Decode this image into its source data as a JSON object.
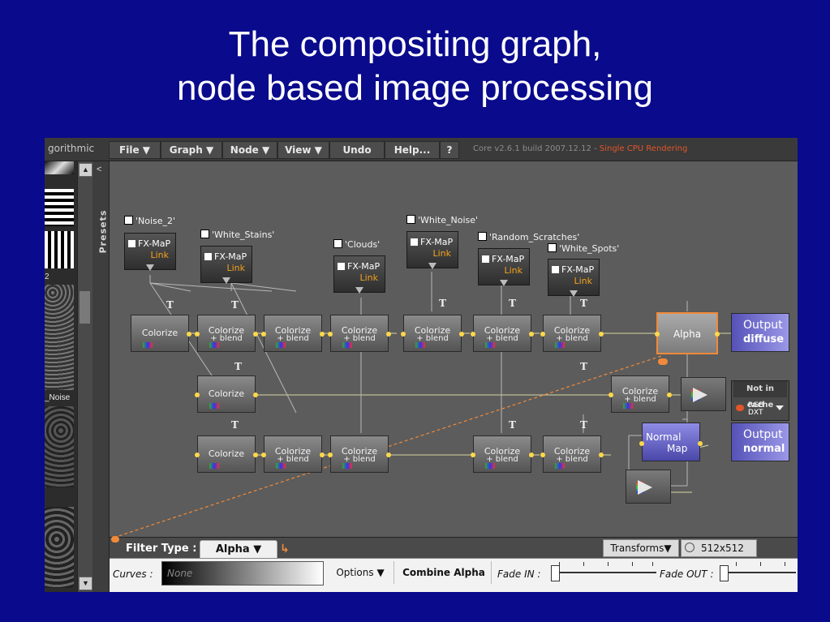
{
  "slide": {
    "title_line1": "The compositing graph,",
    "title_line2": "node based image processing"
  },
  "menubar": {
    "brand": "gorithmic",
    "items": [
      "File ▼",
      "Graph ▼",
      "Node ▼",
      "View ▼",
      "Undo",
      "Help...",
      "?"
    ],
    "core": "Core v2.6.1 build 2007.12.12 - ",
    "core_warning": "Single CPU Rendering"
  },
  "sidebar": {
    "presets_label": "Presets",
    "thumb_number": "2",
    "thumb_noise": "_Noise"
  },
  "fx_nodes": [
    {
      "label": "'Noise_2'",
      "a": "FX-MaP",
      "b": "Link"
    },
    {
      "label": "'White_Stains'",
      "a": "FX-MaP",
      "b": "Link"
    },
    {
      "label": "'Clouds'",
      "a": "FX-MaP",
      "b": "Link"
    },
    {
      "label": "'White_Noise'",
      "a": "FX-MaP",
      "b": "Link"
    },
    {
      "label": "'Random_Scratches'",
      "a": "FX-MaP",
      "b": "Link"
    },
    {
      "label": "'White_Spots'",
      "a": "FX-MaP",
      "b": "Link"
    }
  ],
  "nodes": {
    "colorize": "Colorize",
    "colorize_blend_1": "Colorize",
    "colorize_blend_2": "+ blend",
    "t": "T",
    "alpha": "Alpha",
    "normal_map_1": "Normal",
    "normal_map_2": "Map",
    "output": "Output",
    "output_diffuse": "diffuse",
    "output_normal": "normal",
    "cache_title": "Not in cache",
    "cache_fmt1": "RGB",
    "cache_fmt2": "DXT"
  },
  "filterbar": {
    "filter_type_label": "Filter Type :",
    "filter_type_value": "Alpha ▼",
    "transforms": "Transforms▼",
    "resolution": "512x512"
  },
  "paramsbar": {
    "curves_label": "Curves :",
    "curves_value": "None",
    "options": "Options ▼",
    "combine_alpha": "Combine Alpha",
    "fade_in": "Fade IN :",
    "fade_out": "Fade OUT :"
  },
  "colors": {
    "background": "#0a0a8c",
    "accent_orange": "#f08a3a",
    "link_orange": "#f4a21c",
    "warn_red": "#e2552a"
  }
}
